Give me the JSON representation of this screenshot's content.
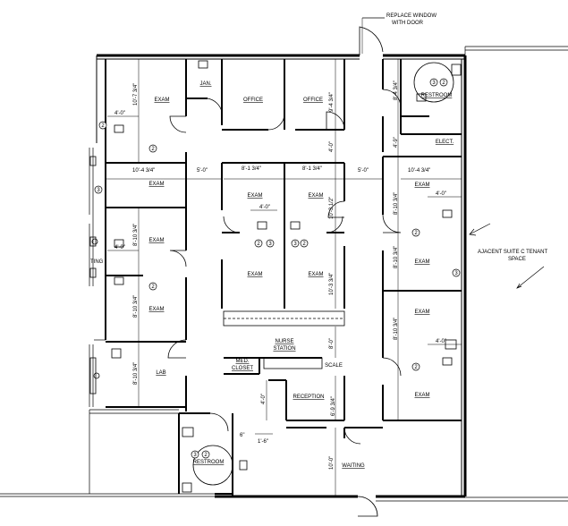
{
  "rooms": {
    "exam": "EXAM",
    "jan": "JAN.",
    "office": "OFFICE",
    "restroom": "RESTROOM",
    "elect": "ELECT.",
    "lab": "LAB",
    "nurse_station_1": "NURSE",
    "nurse_station_2": "STATION",
    "med_closet_1": "MED.",
    "med_closet_2": "CLOSET",
    "scale": "SCALE",
    "reception": "RECEPTION",
    "waiting": "WAITING"
  },
  "notes": {
    "replace_window_1": "REPLACE WINDOW",
    "replace_window_2": "WITH DOOR",
    "adjacent_1": "AJACENT SUITE C TENANT",
    "adjacent_2": "SPACE",
    "ting": "TING"
  },
  "dims": {
    "d_10_7_3_4": "10'-7 3/4\"",
    "d_9_4_3_4": "9'-4 3/4\"",
    "d_8_4_3_4": "8'-4 3/4\"",
    "d_4_0": "4'-0\"",
    "d_4_9": "4'-9\"",
    "d_5_0": "5'-0\"",
    "d_8_1_3_4": "8'-1 3/4\"",
    "d_10_4_3_4": "10'-4 3/4\"",
    "d_10_3_1_2": "10'-3 1/2\"",
    "d_8_10_3_4": "8'-10 3/4\"",
    "d_10_3_3_4": "10'-3 3/4\"",
    "d_8_0": "8'-0\"",
    "d_6_9_3_4": "6'-9 3/4\"",
    "d_1_6": "1'-6\"",
    "d_6": "6\"",
    "d_10_0": "10'-0\""
  },
  "tags": {
    "two": "2",
    "three": "3"
  }
}
